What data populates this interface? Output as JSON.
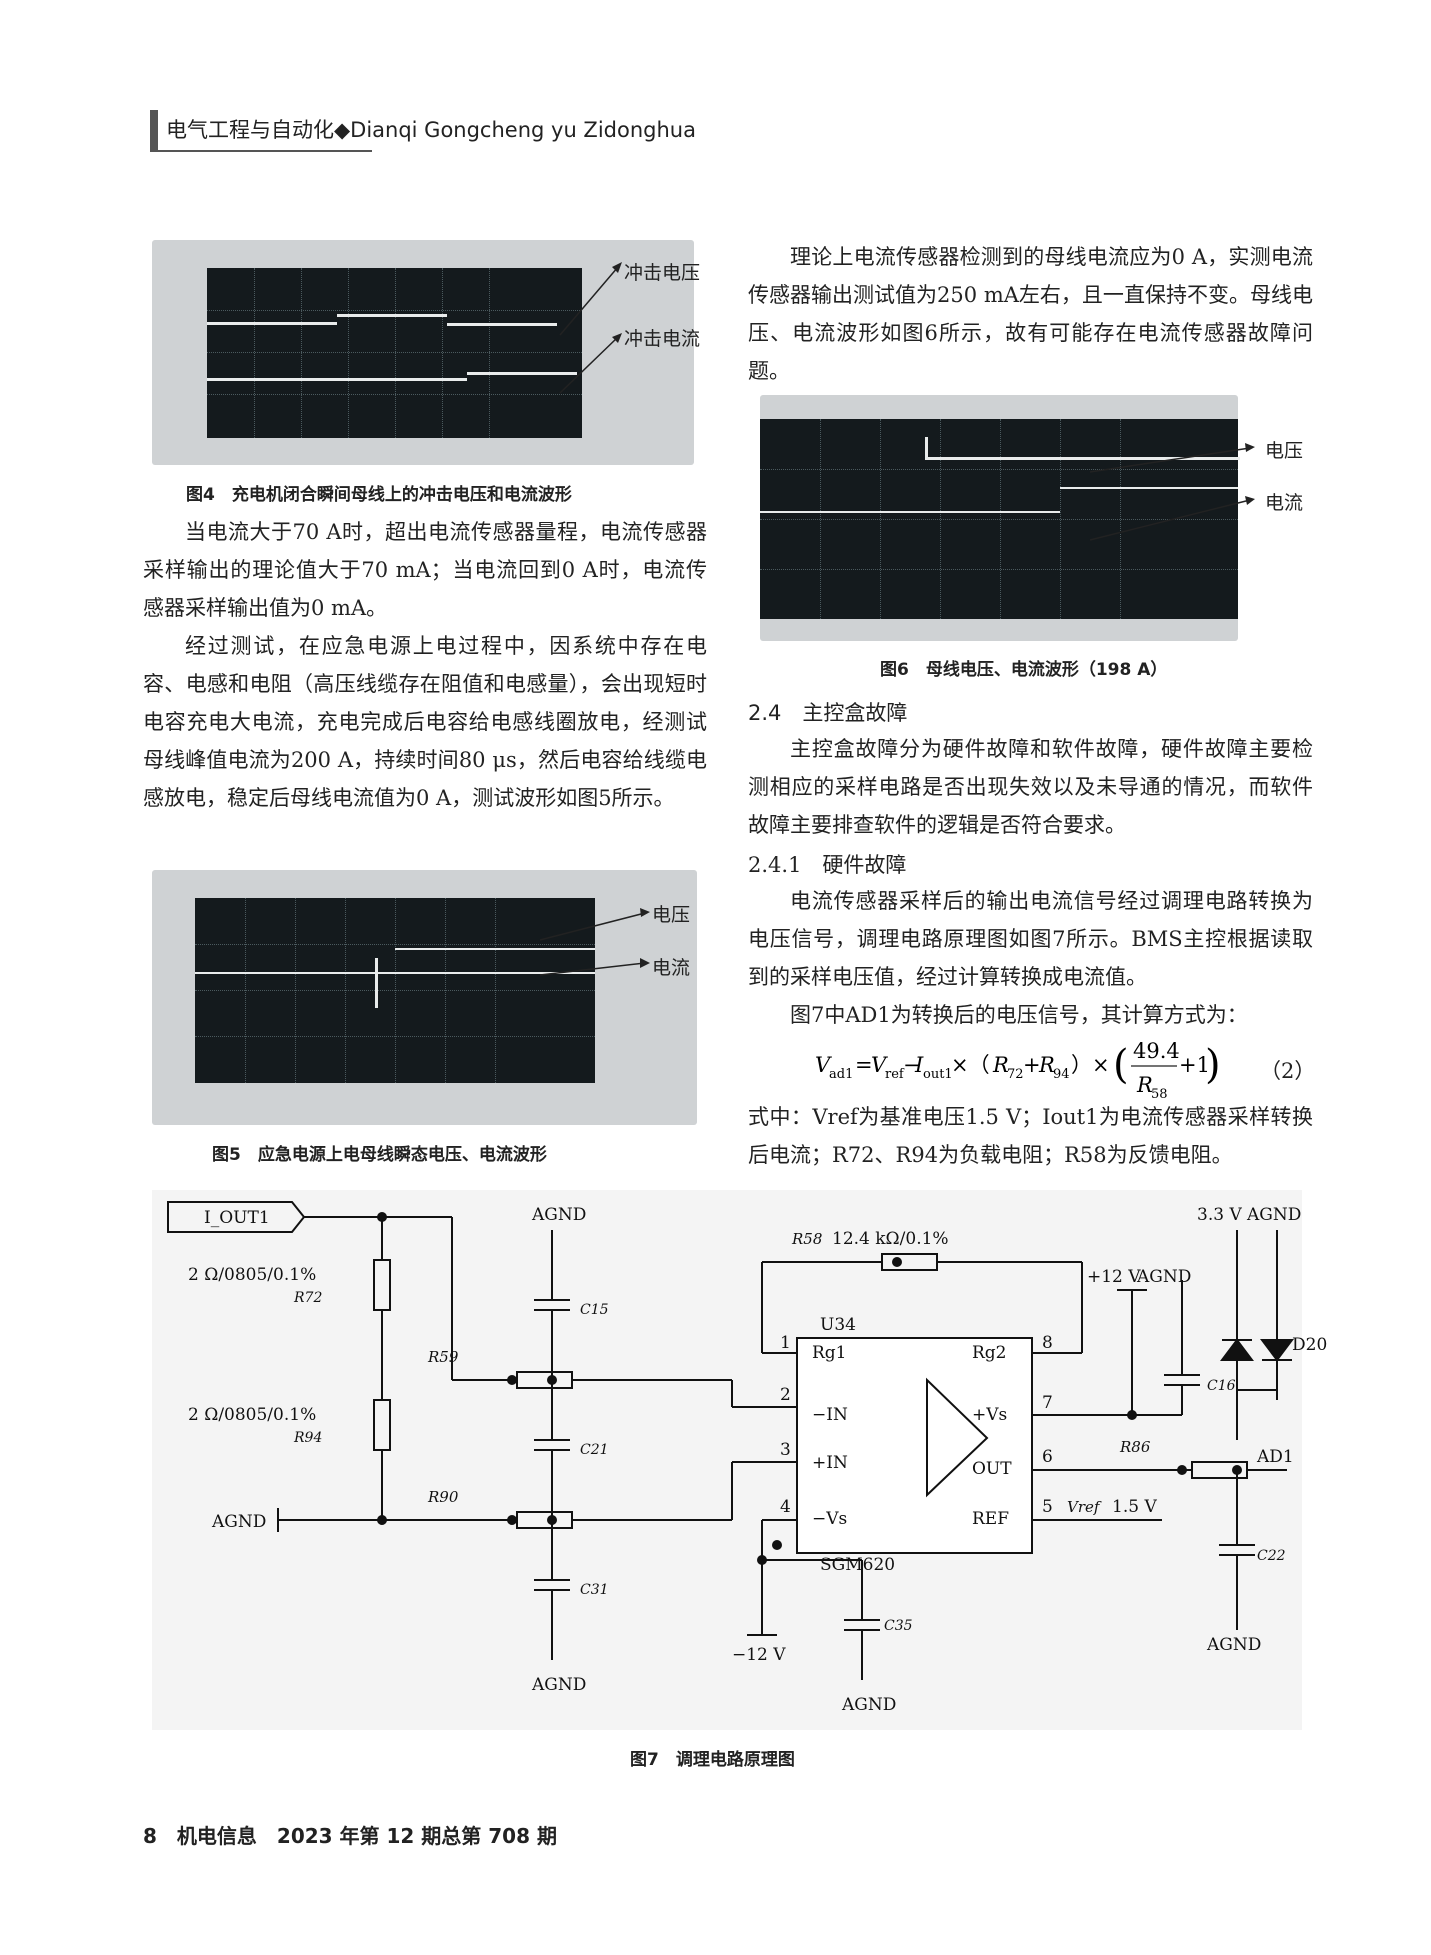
{
  "header": {
    "title": "电气工程与自动化◆Dianqi Gongcheng yu Zidonghua"
  },
  "left_col": {
    "fig4": {
      "caption": "图4　充电机闭合瞬间母线上的冲击电压和电流波形",
      "label_voltage": "冲击电压",
      "label_current": "冲击电流"
    },
    "para1": "当电流大于70 A时，超出电流传感器量程，电流传感器采样输出的理论值大于70 mA；当电流回到0 A时，电流传感器采样输出值为0 mA。",
    "para2": "经过测试，在应急电源上电过程中，因系统中存在电容、电感和电阻（高压线缆存在阻值和电感量），会出现短时电容充电大电流，充电完成后电容给电感线圈放电，经测试母线峰值电流为200 A，持续时间80 μs，然后电容给线缆电感放电，稳定后母线电流值为0 A，测试波形如图5所示。",
    "fig5": {
      "caption": "图5　应急电源上电母线瞬态电压、电流波形",
      "label_voltage": "电压",
      "label_current": "电流"
    }
  },
  "right_col": {
    "para1": "理论上电流传感器检测到的母线电流应为0 A，实测电流传感器输出测试值为250 mA左右，且一直保持不变。母线电压、电流波形如图6所示，故有可能存在电流传感器故障问题。",
    "fig6": {
      "caption": "图6　母线电压、电流波形（198 A）",
      "label_voltage": "电压",
      "label_current": "电流"
    },
    "sec_2_4": "2.4　主控盒故障",
    "para2": "主控盒故障分为硬件故障和软件故障，硬件故障主要检测相应的采样电路是否出现失效以及未导通的情况，而软件故障主要排查软件的逻辑是否符合要求。",
    "sec_2_4_1": "2.4.1　硬件故障",
    "para3": "电流传感器采样后的输出电流信号经过调理电路转换为电压信号，调理电路原理图如图7所示。BMS主控根据读取到的采样电压值，经过计算转换成电流值。",
    "para4": "图7中AD1为转换后的电压信号，其计算方式为：",
    "formula_num": "（2）",
    "para5": "式中：Vref为基准电压1.5 V；Iout1为电流传感器采样转换后电流；R72、R94为负载电阻；R58为反馈电阻。"
  },
  "fig7": {
    "caption": "图7　调理电路原理图",
    "i_out1": "I_OUT1",
    "r72_spec": "2 Ω/0805/0.1%",
    "r94_spec": "2 Ω/0805/0.1%",
    "r58_spec": "12.4 kΩ/0.1%",
    "chip": "U34",
    "chip_model": "SGM620",
    "vref": "1.5 V",
    "ad1": "AD1",
    "agnd": "AGND",
    "plus12": "+12 V",
    "minus12": "−12 V",
    "v33": "3.3 V",
    "d20": "D20"
  },
  "footer": {
    "text": "8　机电信息　2023 年第 12 期总第 708 期"
  }
}
